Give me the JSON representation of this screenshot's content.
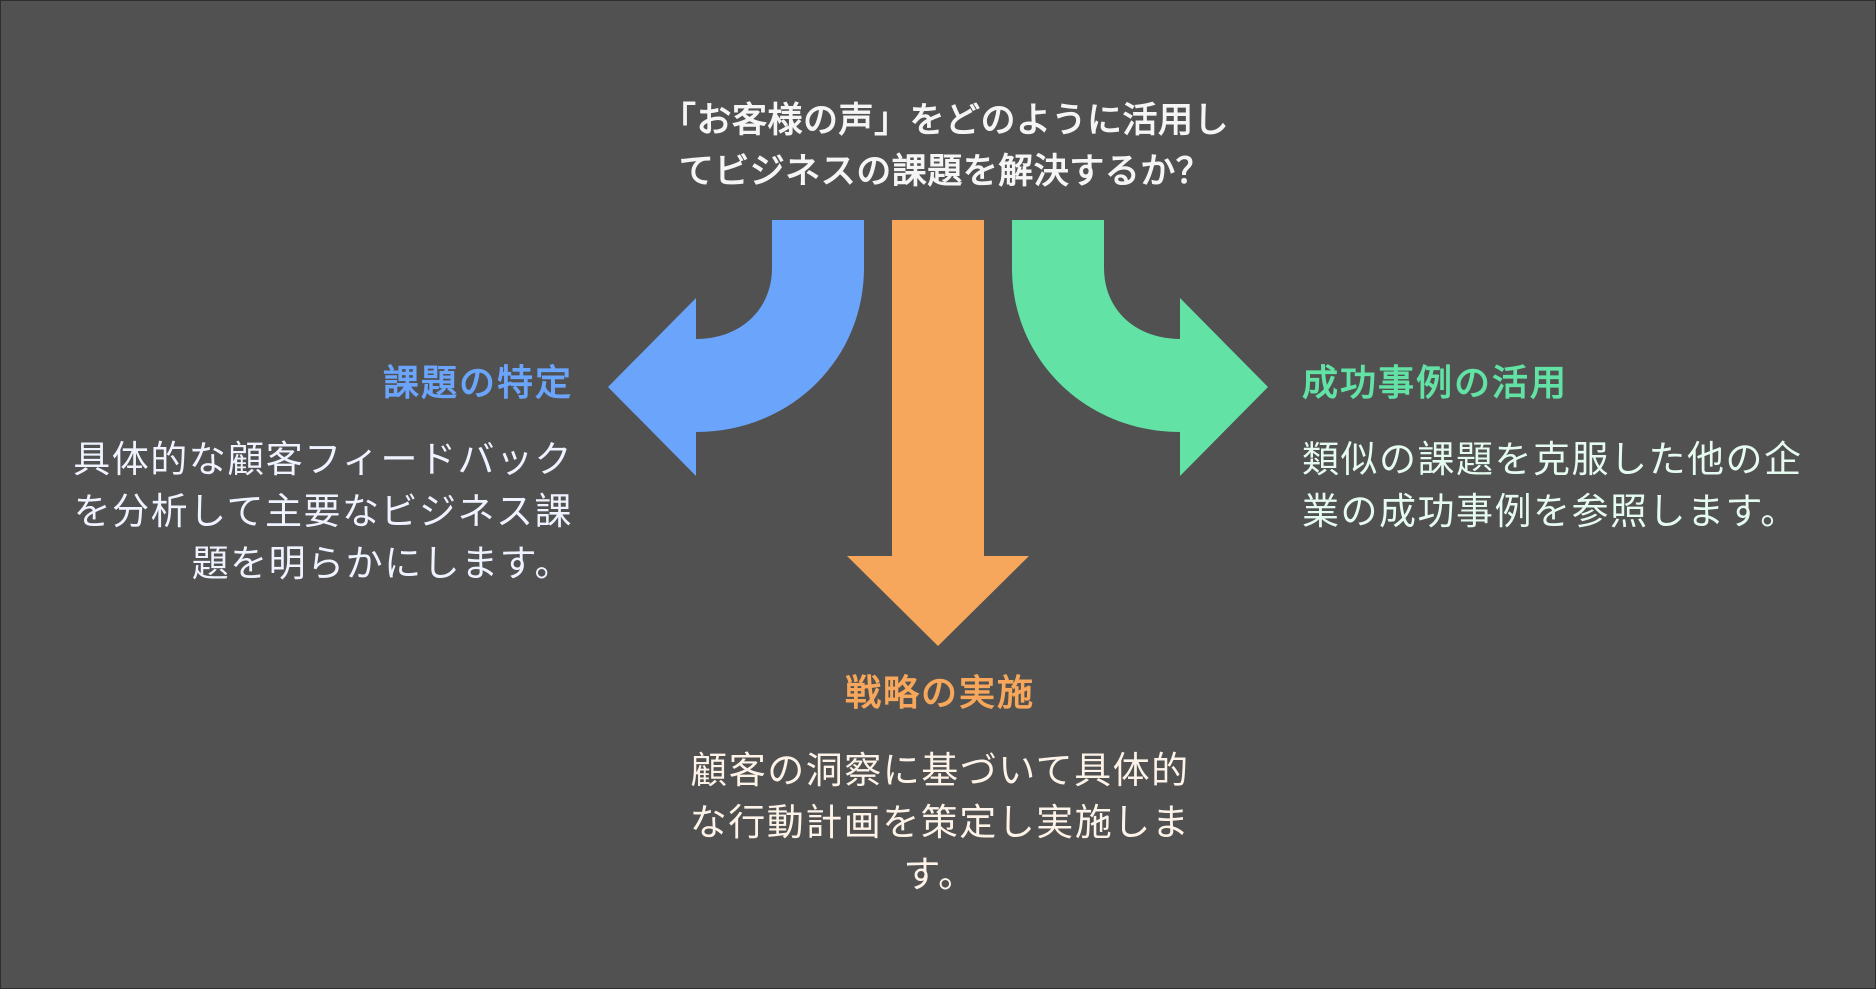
{
  "diagram": {
    "background_color": "#515151",
    "title_lines": [
      "「お客様の声」をどのように活用し",
      "てビジネスの課題を解決するか？"
    ],
    "branches": [
      {
        "id": "identify",
        "direction": "left",
        "color": "#6ba5fb",
        "text_color": "#eef3ff",
        "heading": "課題の特定",
        "body_lines": [
          "具体的な顧客フィードバック",
          "を分析して主要なビジネス課",
          "題を明らかにします。"
        ]
      },
      {
        "id": "implement",
        "direction": "down",
        "color": "#f6a75b",
        "text_color": "#fdf3e8",
        "heading": "戦略の実施",
        "body_lines": [
          "顧客の洞察に基づいて具体的",
          "な行動計画を策定し実施しま",
          "す。"
        ]
      },
      {
        "id": "success-cases",
        "direction": "right",
        "color": "#63e2a6",
        "text_color": "#e6fbf0",
        "heading": "成功事例の活用",
        "body_lines": [
          "類似の課題を克服した他の企",
          "業の成功事例を参照します。"
        ]
      }
    ]
  }
}
